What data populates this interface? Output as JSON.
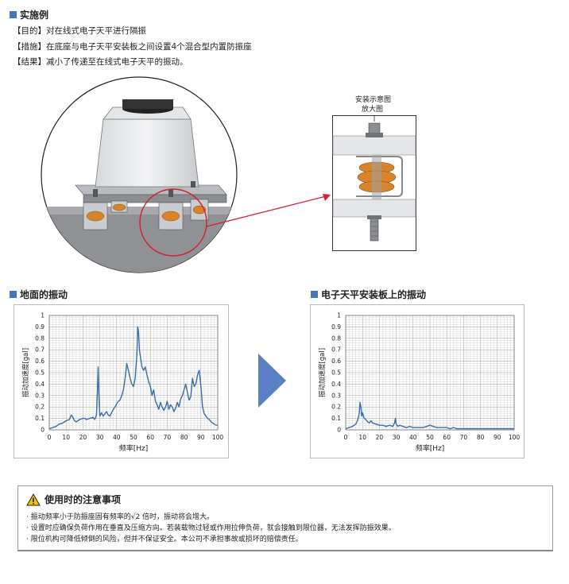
{
  "section": {
    "title": "实施例"
  },
  "intro": [
    "【目的】对在线式电子天平进行隔振",
    "【措施】在底座与电子天平安装板之间设置4个混合型内置防振座",
    "【结果】减小了传递至在线式电子天平的振动。"
  ],
  "diagram": {
    "label_line1": "安装示意图",
    "label_line2": "放大图"
  },
  "colors": {
    "accent": "#4a74b8",
    "series": "#3a6ea5",
    "arrow": "#5b7fc4",
    "highlight": "#d22030"
  },
  "chart_data": [
    {
      "type": "line",
      "title": "地面的振动",
      "xlabel": "频率[Hz]",
      "ylabel": "振动加速度[gal]",
      "xlim": [
        0,
        100
      ],
      "ylim": [
        0,
        1
      ],
      "xticks": [
        "0",
        "10",
        "20",
        "30",
        "40",
        "50",
        "60",
        "70",
        "80",
        "90",
        "100"
      ],
      "yticks": [
        "0",
        "0.1",
        "0.2",
        "0.3",
        "0.4",
        "0.5",
        "0.6",
        "0.7",
        "0.8",
        "0.9",
        "1"
      ],
      "grid": true,
      "x": [
        0,
        2,
        4,
        6,
        8,
        10,
        12,
        13,
        14,
        15,
        16,
        18,
        20,
        21,
        22,
        24,
        26,
        27,
        28,
        28.5,
        29,
        29.5,
        30,
        31,
        32,
        33,
        34,
        35,
        36,
        37,
        38,
        39,
        40,
        41,
        42,
        43,
        44,
        45,
        46,
        47,
        48,
        49,
        50,
        51,
        52,
        52.5,
        53,
        53.5,
        54,
        55,
        56,
        57,
        58,
        59,
        60,
        61,
        62,
        63,
        64,
        65,
        66,
        67,
        68,
        69,
        70,
        71,
        72,
        73,
        74,
        75,
        76,
        77,
        78,
        79,
        80,
        81,
        82,
        83,
        84,
        85,
        86,
        87,
        88,
        89,
        90,
        91,
        92,
        93,
        94,
        95,
        96,
        97,
        98,
        99,
        100
      ],
      "y": [
        0.01,
        0.02,
        0.03,
        0.05,
        0.06,
        0.08,
        0.09,
        0.13,
        0.11,
        0.08,
        0.07,
        0.09,
        0.1,
        0.1,
        0.09,
        0.1,
        0.11,
        0.09,
        0.13,
        0.3,
        0.55,
        0.3,
        0.12,
        0.15,
        0.12,
        0.14,
        0.16,
        0.13,
        0.12,
        0.15,
        0.18,
        0.2,
        0.23,
        0.25,
        0.26,
        0.3,
        0.35,
        0.45,
        0.58,
        0.52,
        0.45,
        0.4,
        0.38,
        0.45,
        0.65,
        0.9,
        0.85,
        0.7,
        0.65,
        0.55,
        0.52,
        0.55,
        0.48,
        0.42,
        0.38,
        0.3,
        0.35,
        0.25,
        0.22,
        0.18,
        0.24,
        0.2,
        0.17,
        0.2,
        0.25,
        0.18,
        0.22,
        0.2,
        0.16,
        0.19,
        0.24,
        0.2,
        0.27,
        0.3,
        0.35,
        0.4,
        0.33,
        0.26,
        0.29,
        0.45,
        0.38,
        0.4,
        0.48,
        0.52,
        0.38,
        0.2,
        0.14,
        0.12,
        0.1,
        0.09,
        0.07,
        0.06,
        0.05,
        0.04,
        0.04,
        0.03,
        0.04
      ]
    },
    {
      "type": "line",
      "title": "电子天平安装板上的振动",
      "xlabel": "频率[Hz]",
      "ylabel": "振动加速度[gal]",
      "xlim": [
        0,
        100
      ],
      "ylim": [
        0,
        1
      ],
      "xticks": [
        "0",
        "10",
        "20",
        "30",
        "40",
        "50",
        "60",
        "70",
        "80",
        "90",
        "100"
      ],
      "yticks": [
        "0",
        "0.1",
        "0.2",
        "0.3",
        "0.4",
        "0.5",
        "0.6",
        "0.7",
        "0.8",
        "0.9",
        "1"
      ],
      "grid": true,
      "x": [
        0,
        2,
        4,
        5,
        6,
        7,
        8,
        8.5,
        9,
        9.5,
        10,
        11,
        12,
        13,
        14,
        15,
        16,
        18,
        20,
        22,
        24,
        26,
        28,
        29,
        29.5,
        30,
        30.5,
        31,
        32,
        34,
        36,
        38,
        40,
        42,
        44,
        46,
        48,
        50,
        52,
        54,
        56,
        58,
        60,
        62,
        64,
        66,
        68,
        70,
        75,
        80,
        85,
        90,
        95,
        100
      ],
      "y": [
        0.01,
        0.02,
        0.03,
        0.04,
        0.05,
        0.08,
        0.14,
        0.24,
        0.2,
        0.12,
        0.15,
        0.1,
        0.09,
        0.07,
        0.06,
        0.08,
        0.06,
        0.05,
        0.04,
        0.04,
        0.03,
        0.04,
        0.03,
        0.06,
        0.1,
        0.05,
        0.04,
        0.03,
        0.04,
        0.03,
        0.02,
        0.03,
        0.02,
        0.02,
        0.02,
        0.02,
        0.03,
        0.04,
        0.03,
        0.02,
        0.02,
        0.02,
        0.02,
        0.01,
        0.02,
        0.01,
        0.01,
        0.01,
        0.01,
        0.01,
        0.01,
        0.01,
        0.01,
        0.01
      ]
    }
  ],
  "notes": {
    "title": "使用时的注意事项",
    "items": [
      "· 振动频率小于防振座固有频率的√2 倍时，振动将会增大。",
      "· 设置时应确保负荷作用在垂直及压缩方向。若装载物过轻或作用拉伸负荷，就会接触到限位器，无法发挥防振效果。",
      "· 限位机构可降低倾倒的风险，但并不保证安全。本公司不承担事故或损坏的赔偿责任。"
    ]
  }
}
